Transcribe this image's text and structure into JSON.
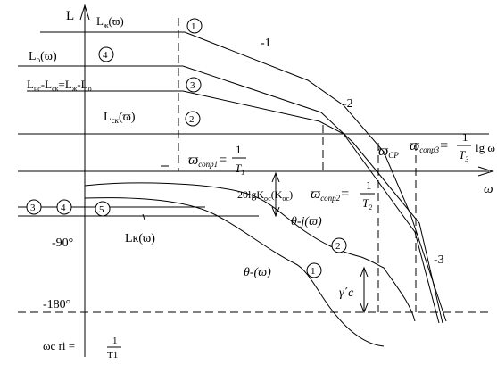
{
  "axes": {
    "y_label": "L",
    "x_label": "ω",
    "lg_label": "lg ω",
    "phase_ticks": [
      "-90°",
      "-180°"
    ]
  },
  "curve_labels": {
    "L_zh": "L",
    "L_zh_sub": "ж",
    "L_zh_arg": "(ϖ)",
    "L_o": "L",
    "L_o_sub": "o",
    "L_o_arg": "(ϖ)",
    "L_nc_expr": "L",
    "L_nc_sub": "нс",
    "L_nc_rest1": "-L",
    "L_nc_sub2": "ск",
    "L_nc_rest2": "=L",
    "L_nc_sub3": "ж",
    "L_nc_rest3": "-L",
    "L_nc_sub4": "o",
    "L_sk": "L",
    "L_sk_sub": "ск",
    "L_sk_arg": "(ϖ)",
    "L_k": "Lк(ϖ)",
    "theta_j": "θ-j(ϖ)",
    "theta_neg": "θ-(ϖ)",
    "gamma_c": "γ΄c"
  },
  "slopes": [
    "-1",
    "-2",
    "-3"
  ],
  "circle_markers": [
    "1",
    "4",
    "3",
    "2",
    "3",
    "4",
    "5",
    "2",
    "1"
  ],
  "gain_label": "20lgK",
  "gain_sub": "ос",
  "gain_arg": "(K",
  "gain_sub2": "ос",
  "gain_close": ")",
  "freq_labels": {
    "w_sopr1": "ϖ",
    "w_sopr1_sub": "сопр1",
    "w_sopr1_eq": "=",
    "w_sopr1_num": "1",
    "w_sopr1_den": "T",
    "w_sopr1_den_sub": "1",
    "w_sopr2": "ϖ",
    "w_sopr2_sub": "сопр2",
    "w_sopr2_eq": "=",
    "w_sopr2_num": "1",
    "w_sopr2_den": "T",
    "w_sopr2_den_sub": "2",
    "w_sopr3": "ϖ",
    "w_sopr3_sub": "сопр3",
    "w_sopr3_eq": "=",
    "w_sopr3_num": "1",
    "w_sopr3_den": "T",
    "w_sopr3_den_sub": "3",
    "w_cp": "ϖ",
    "w_cp_sub": "CP"
  },
  "bottom_formula": {
    "lhs": "ωc",
    "lhs_mark": "ri",
    "eq": " =",
    "num": "1",
    "den": "T1"
  }
}
